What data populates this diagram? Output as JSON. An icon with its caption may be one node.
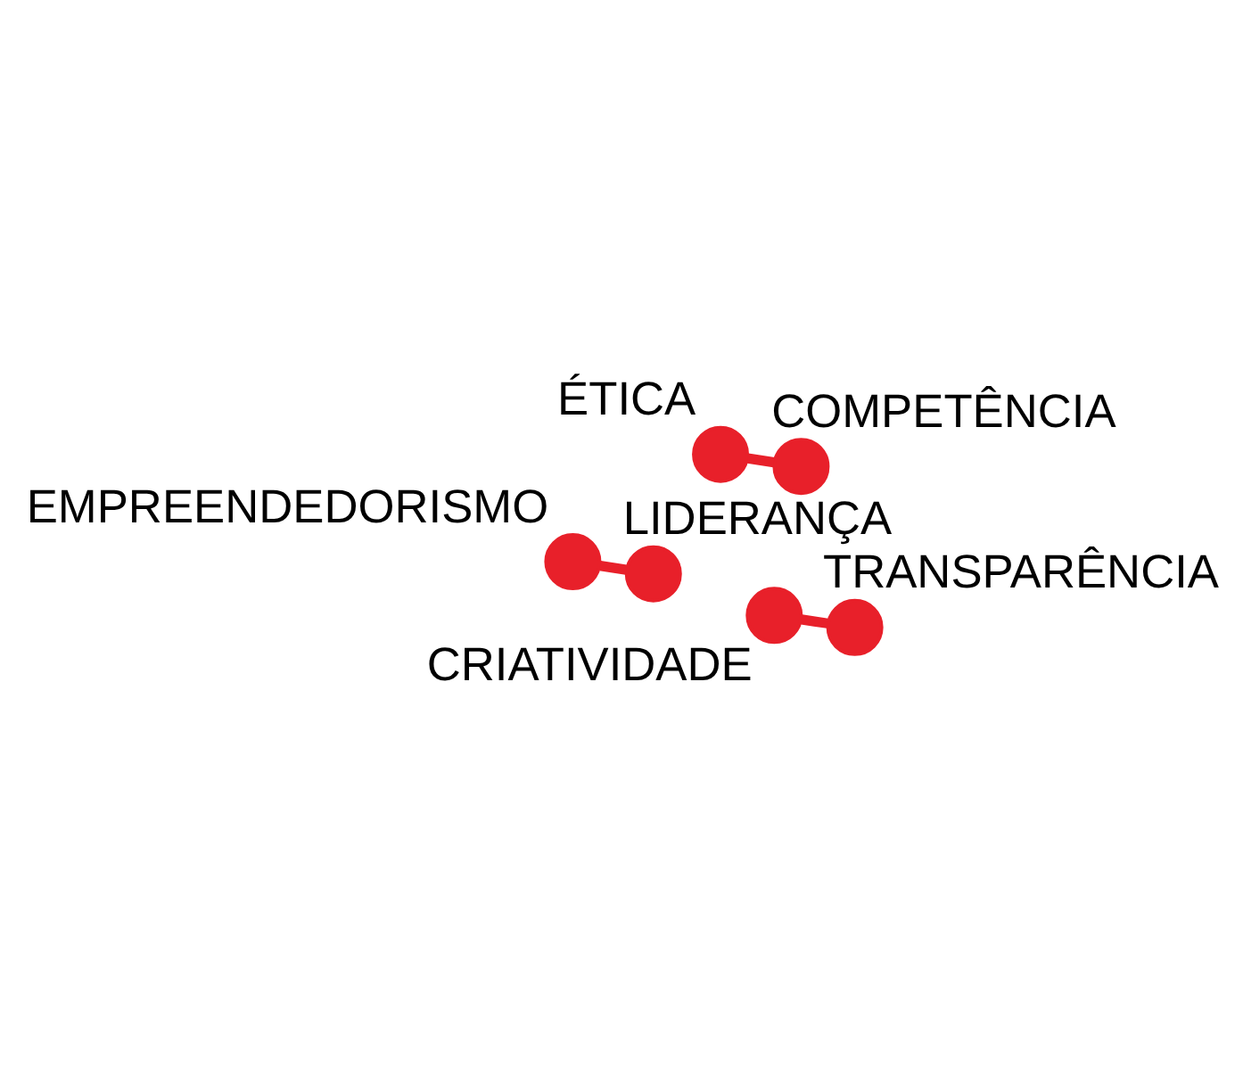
{
  "diagram": {
    "nodes": [
      {
        "text": [],
        "shape": "circle",
        "beside": [
          "EMPREENDEDORISMO"
        ]
      },
      {
        "text": [],
        "shape": "circle",
        "beside": [
          "ÉTICA"
        ]
      },
      {
        "text": [],
        "shape": "circle",
        "beside": [
          "CRIATIVIDADE"
        ]
      },
      {
        "text": [],
        "shape": "circle",
        "beside": [
          "COMPETÊNCIA"
        ]
      },
      {
        "text": [],
        "shape": "circle",
        "beside": [
          "TRANSPARÊNCIA"
        ]
      },
      {
        "text": [],
        "shape": "circle",
        "beside": [
          "LIDERANÇA"
        ]
      }
    ],
    "edges": [
      {
        "from": 0,
        "to": 5,
        "arrow": "none"
      },
      {
        "from": 2,
        "to": 4,
        "arrow": "none"
      },
      {
        "from": 1,
        "to": 3,
        "arrow": "none"
      }
    ]
  }
}
